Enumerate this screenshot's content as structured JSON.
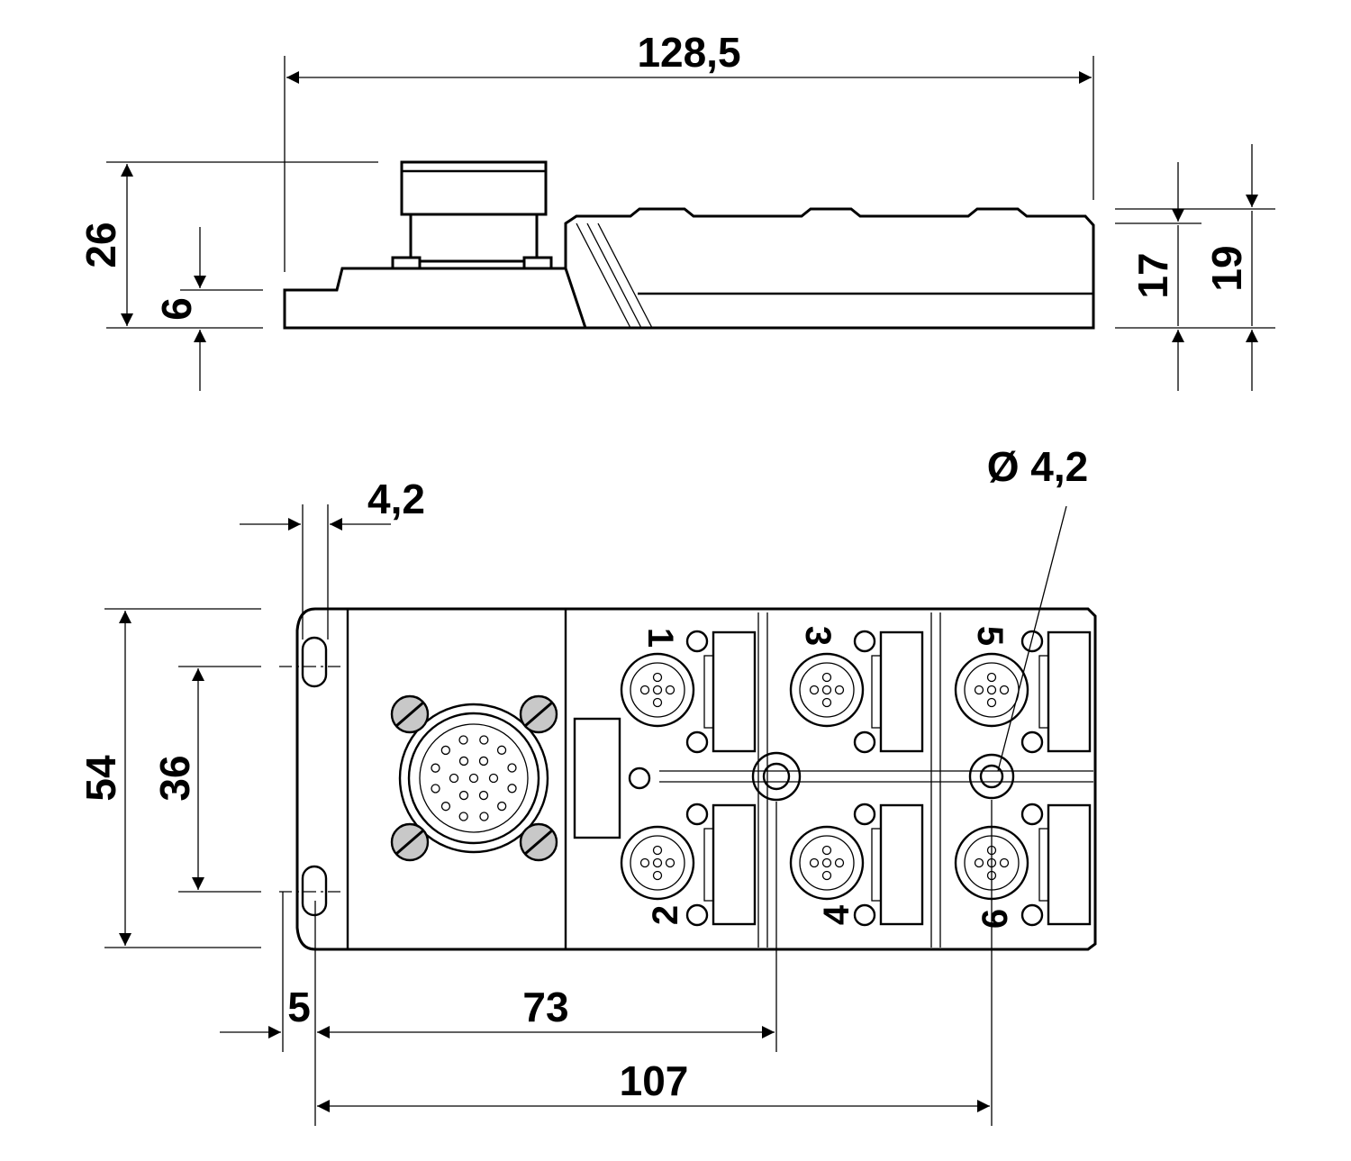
{
  "side_view": {
    "dims": {
      "length": "128,5",
      "height_total": "26",
      "height_base": "6",
      "height_housing": "17",
      "height_with_ports": "19"
    }
  },
  "top_view": {
    "dims": {
      "hole_diameter": "4,2",
      "hole_slot": "Ø 4,2",
      "width": "54",
      "hole_spacing": "36",
      "edge_offset": "5",
      "to_center": "73",
      "to_last": "107"
    },
    "ports": [
      "1",
      "2",
      "3",
      "4",
      "5",
      "6"
    ]
  },
  "colors": {
    "line": "#000000",
    "screw_fill": "#c8c8c8",
    "background": "#ffffff"
  }
}
